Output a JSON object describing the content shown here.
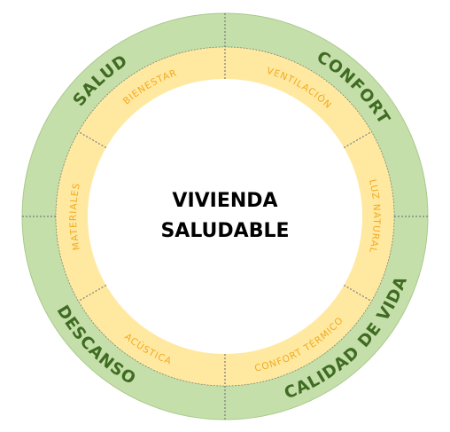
{
  "center": {
    "line1": "VIVIENDA",
    "line2": "SALUDABLE"
  },
  "outer_ring": {
    "labels": [
      "CONFORT",
      "CALIDAD DE VIDA",
      "DESCANSO",
      "SALUD"
    ]
  },
  "inner_ring": {
    "labels": [
      "VENTILACIÓN",
      "LUZ NATURAL",
      "CONFORT TÉRMICO",
      "ACÚSTICA",
      "MATERIALES",
      "BIENESTAR"
    ]
  },
  "colors": {
    "outer_fill": "#c5dfaa",
    "outer_text": "#3f6b22",
    "inner_fill": "#ffe9a1",
    "inner_text": "#f2a91f",
    "center_fill": "#ffffff",
    "center_text": "#000000",
    "divider": "#7a7a7a"
  }
}
